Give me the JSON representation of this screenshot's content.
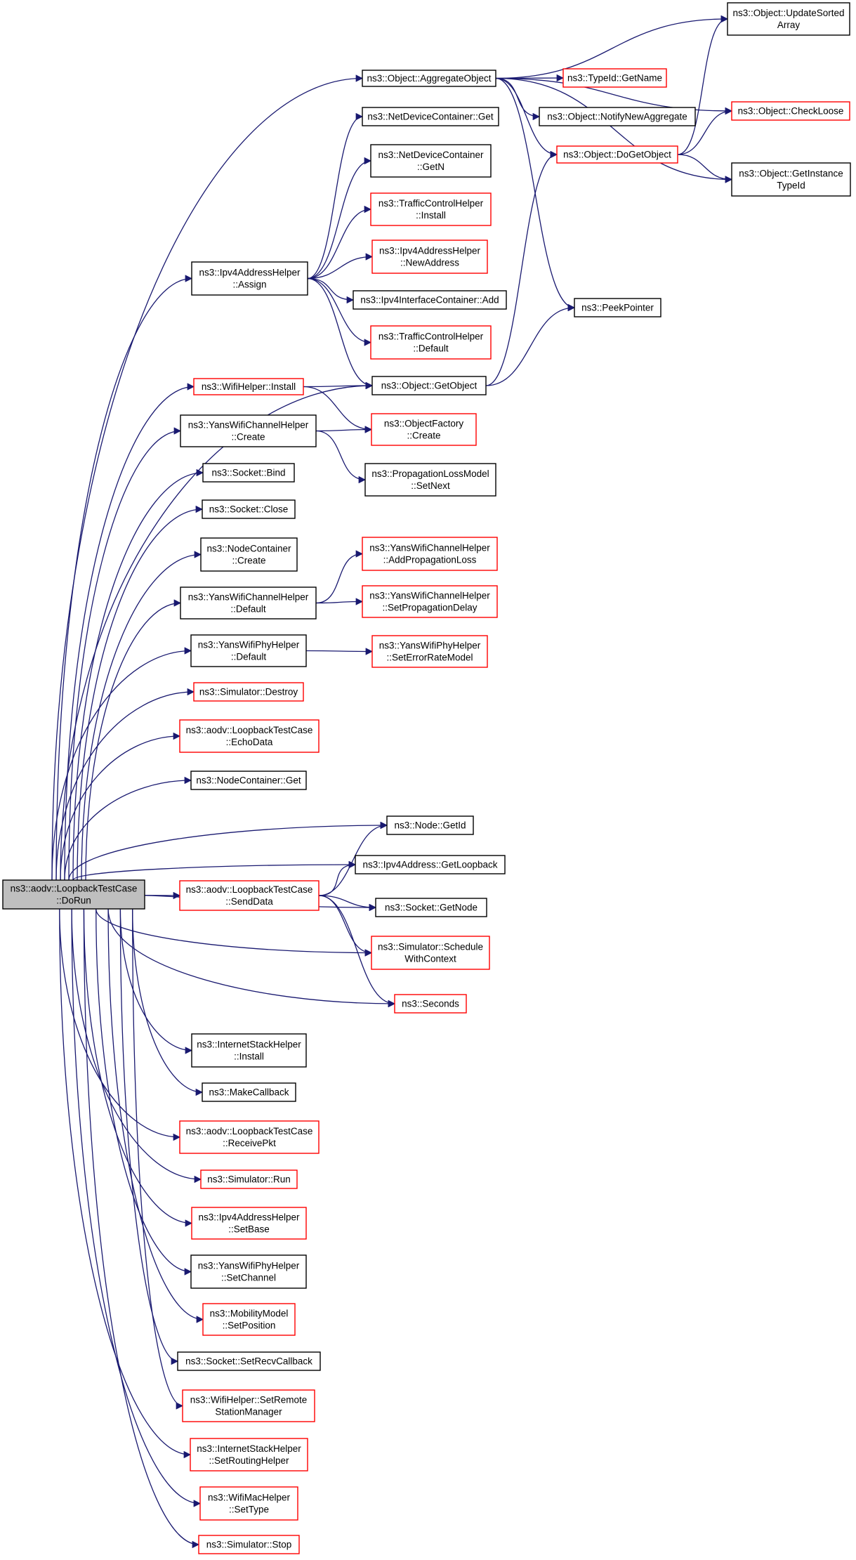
{
  "colors": {
    "edge": "#191970",
    "root_fill": "#bfbfbf",
    "root_border": "#000000",
    "normal_border": "#000000",
    "red_border": "#ff0000",
    "box_fill": "#ffffff"
  },
  "nodes": [
    {
      "id": "dorun",
      "lines": [
        "ns3::aodv::LoopbackTestCase",
        "::DoRun"
      ],
      "style": "root"
    },
    {
      "id": "aggregate",
      "lines": [
        "ns3::Object::AggregateObject"
      ],
      "style": "normal"
    },
    {
      "id": "updatesorted",
      "lines": [
        "ns3::Object::UpdateSorted",
        "Array"
      ],
      "style": "normal"
    },
    {
      "id": "typeidgetname",
      "lines": [
        "ns3::TypeId::GetName"
      ],
      "style": "red"
    },
    {
      "id": "notifynewagg",
      "lines": [
        "ns3::Object::NotifyNewAggregate"
      ],
      "style": "normal"
    },
    {
      "id": "checkloose",
      "lines": [
        "ns3::Object::CheckLoose"
      ],
      "style": "red"
    },
    {
      "id": "dogetobject",
      "lines": [
        "ns3::Object::DoGetObject"
      ],
      "style": "red"
    },
    {
      "id": "getinstancetypeid",
      "lines": [
        "ns3::Object::GetInstance",
        "TypeId"
      ],
      "style": "normal"
    },
    {
      "id": "netdevget",
      "lines": [
        "ns3::NetDeviceContainer::Get"
      ],
      "style": "normal"
    },
    {
      "id": "netdevgetn",
      "lines": [
        "ns3::NetDeviceContainer",
        "::GetN"
      ],
      "style": "normal"
    },
    {
      "id": "tcinstall",
      "lines": [
        "ns3::TrafficControlHelper",
        "::Install"
      ],
      "style": "red"
    },
    {
      "id": "newaddress",
      "lines": [
        "ns3::Ipv4AddressHelper",
        "::NewAddress"
      ],
      "style": "red"
    },
    {
      "id": "ipv4assign",
      "lines": [
        "ns3::Ipv4AddressHelper",
        "::Assign"
      ],
      "style": "normal"
    },
    {
      "id": "ipv4icadd",
      "lines": [
        "ns3::Ipv4InterfaceContainer::Add"
      ],
      "style": "normal"
    },
    {
      "id": "peekpointer",
      "lines": [
        "ns3::PeekPointer"
      ],
      "style": "normal"
    },
    {
      "id": "tcdefault",
      "lines": [
        "ns3::TrafficControlHelper",
        "::Default"
      ],
      "style": "red"
    },
    {
      "id": "wifiinstall",
      "lines": [
        "ns3::WifiHelper::Install"
      ],
      "style": "red"
    },
    {
      "id": "getobject",
      "lines": [
        "ns3::Object::GetObject"
      ],
      "style": "normal"
    },
    {
      "id": "yanschcreate",
      "lines": [
        "ns3::YansWifiChannelHelper",
        "::Create"
      ],
      "style": "normal"
    },
    {
      "id": "objfactcreate",
      "lines": [
        "ns3::ObjectFactory",
        "::Create"
      ],
      "style": "red"
    },
    {
      "id": "socketbind",
      "lines": [
        "ns3::Socket::Bind"
      ],
      "style": "normal"
    },
    {
      "id": "proplosssetnext",
      "lines": [
        "ns3::PropagationLossModel",
        "::SetNext"
      ],
      "style": "normal"
    },
    {
      "id": "socketclose",
      "lines": [
        "ns3::Socket::Close"
      ],
      "style": "normal"
    },
    {
      "id": "nodecontcreate",
      "lines": [
        "ns3::NodeContainer",
        "::Create"
      ],
      "style": "normal"
    },
    {
      "id": "addproploss",
      "lines": [
        "ns3::YansWifiChannelHelper",
        "::AddPropagationLoss"
      ],
      "style": "red"
    },
    {
      "id": "yanschdefault",
      "lines": [
        "ns3::YansWifiChannelHelper",
        "::Default"
      ],
      "style": "normal"
    },
    {
      "id": "setpropdelay",
      "lines": [
        "ns3::YansWifiChannelHelper",
        "::SetPropagationDelay"
      ],
      "style": "red"
    },
    {
      "id": "yansphydefault",
      "lines": [
        "ns3::YansWifiPhyHelper",
        "::Default"
      ],
      "style": "normal"
    },
    {
      "id": "seterrorrate",
      "lines": [
        "ns3::YansWifiPhyHelper",
        "::SetErrorRateModel"
      ],
      "style": "red"
    },
    {
      "id": "simdestroy",
      "lines": [
        "ns3::Simulator::Destroy"
      ],
      "style": "red"
    },
    {
      "id": "echodata",
      "lines": [
        "ns3::aodv::LoopbackTestCase",
        "::EchoData"
      ],
      "style": "red"
    },
    {
      "id": "nodecontget",
      "lines": [
        "ns3::NodeContainer::Get"
      ],
      "style": "normal"
    },
    {
      "id": "nodegetid",
      "lines": [
        "ns3::Node::GetId"
      ],
      "style": "normal"
    },
    {
      "id": "getloopback",
      "lines": [
        "ns3::Ipv4Address::GetLoopback"
      ],
      "style": "normal"
    },
    {
      "id": "senddata",
      "lines": [
        "ns3::aodv::LoopbackTestCase",
        "::SendData"
      ],
      "style": "red"
    },
    {
      "id": "socketgetnode",
      "lines": [
        "ns3::Socket::GetNode"
      ],
      "style": "normal"
    },
    {
      "id": "schedulewithctx",
      "lines": [
        "ns3::Simulator::Schedule",
        "WithContext"
      ],
      "style": "red"
    },
    {
      "id": "seconds",
      "lines": [
        "ns3::Seconds"
      ],
      "style": "red"
    },
    {
      "id": "inetinstall",
      "lines": [
        "ns3::InternetStackHelper",
        "::Install"
      ],
      "style": "normal"
    },
    {
      "id": "makecallback",
      "lines": [
        "ns3::MakeCallback"
      ],
      "style": "normal"
    },
    {
      "id": "receivepkt",
      "lines": [
        "ns3::aodv::LoopbackTestCase",
        "::ReceivePkt"
      ],
      "style": "red"
    },
    {
      "id": "simrun",
      "lines": [
        "ns3::Simulator::Run"
      ],
      "style": "red"
    },
    {
      "id": "ipv4setbase",
      "lines": [
        "ns3::Ipv4AddressHelper",
        "::SetBase"
      ],
      "style": "red"
    },
    {
      "id": "setchannel",
      "lines": [
        "ns3::YansWifiPhyHelper",
        "::SetChannel"
      ],
      "style": "normal"
    },
    {
      "id": "setposition",
      "lines": [
        "ns3::MobilityModel",
        "::SetPosition"
      ],
      "style": "red"
    },
    {
      "id": "setrecvcallback",
      "lines": [
        "ns3::Socket::SetRecvCallback"
      ],
      "style": "normal"
    },
    {
      "id": "setremotestation",
      "lines": [
        "ns3::WifiHelper::SetRemote",
        "StationManager"
      ],
      "style": "red"
    },
    {
      "id": "setroutinghelper",
      "lines": [
        "ns3::InternetStackHelper",
        "::SetRoutingHelper"
      ],
      "style": "red"
    },
    {
      "id": "wifimacsettype",
      "lines": [
        "ns3::WifiMacHelper",
        "::SetType"
      ],
      "style": "red"
    },
    {
      "id": "simstop",
      "lines": [
        "ns3::Simulator::Stop"
      ],
      "style": "red"
    }
  ],
  "edges": [
    [
      "dorun",
      "aggregate"
    ],
    [
      "dorun",
      "ipv4assign"
    ],
    [
      "dorun",
      "getobject"
    ],
    [
      "dorun",
      "wifiinstall"
    ],
    [
      "dorun",
      "yanschcreate"
    ],
    [
      "dorun",
      "socketbind"
    ],
    [
      "dorun",
      "socketclose"
    ],
    [
      "dorun",
      "nodecontcreate"
    ],
    [
      "dorun",
      "yanschdefault"
    ],
    [
      "dorun",
      "yansphydefault"
    ],
    [
      "dorun",
      "simdestroy"
    ],
    [
      "dorun",
      "echodata"
    ],
    [
      "dorun",
      "nodecontget"
    ],
    [
      "dorun",
      "nodegetid"
    ],
    [
      "dorun",
      "getloopback"
    ],
    [
      "dorun",
      "senddata"
    ],
    [
      "dorun",
      "socketgetnode"
    ],
    [
      "dorun",
      "schedulewithctx"
    ],
    [
      "dorun",
      "seconds"
    ],
    [
      "dorun",
      "inetinstall"
    ],
    [
      "dorun",
      "makecallback"
    ],
    [
      "dorun",
      "receivepkt"
    ],
    [
      "dorun",
      "simrun"
    ],
    [
      "dorun",
      "ipv4setbase"
    ],
    [
      "dorun",
      "setchannel"
    ],
    [
      "dorun",
      "setposition"
    ],
    [
      "dorun",
      "setrecvcallback"
    ],
    [
      "dorun",
      "setremotestation"
    ],
    [
      "dorun",
      "setroutinghelper"
    ],
    [
      "dorun",
      "wifimacsettype"
    ],
    [
      "dorun",
      "simstop"
    ],
    [
      "aggregate",
      "updatesorted"
    ],
    [
      "aggregate",
      "typeidgetname"
    ],
    [
      "aggregate",
      "notifynewagg"
    ],
    [
      "aggregate",
      "checkloose"
    ],
    [
      "aggregate",
      "dogetobject"
    ],
    [
      "aggregate",
      "getinstancetypeid"
    ],
    [
      "aggregate",
      "peekpointer"
    ],
    [
      "dogetobject",
      "updatesorted"
    ],
    [
      "dogetobject",
      "checkloose"
    ],
    [
      "dogetobject",
      "getinstancetypeid"
    ],
    [
      "ipv4assign",
      "netdevget"
    ],
    [
      "ipv4assign",
      "netdevgetn"
    ],
    [
      "ipv4assign",
      "tcinstall"
    ],
    [
      "ipv4assign",
      "newaddress"
    ],
    [
      "ipv4assign",
      "ipv4icadd"
    ],
    [
      "ipv4assign",
      "tcdefault"
    ],
    [
      "ipv4assign",
      "getobject"
    ],
    [
      "getobject",
      "dogetobject"
    ],
    [
      "getobject",
      "peekpointer"
    ],
    [
      "wifiinstall",
      "getobject"
    ],
    [
      "wifiinstall",
      "objfactcreate"
    ],
    [
      "yanschcreate",
      "objfactcreate"
    ],
    [
      "yanschcreate",
      "proplosssetnext"
    ],
    [
      "yanschdefault",
      "addproploss"
    ],
    [
      "yanschdefault",
      "setpropdelay"
    ],
    [
      "yansphydefault",
      "seterrorrate"
    ],
    [
      "senddata",
      "nodegetid"
    ],
    [
      "senddata",
      "getloopback"
    ],
    [
      "senddata",
      "socketgetnode"
    ],
    [
      "senddata",
      "schedulewithctx"
    ],
    [
      "senddata",
      "seconds"
    ]
  ]
}
